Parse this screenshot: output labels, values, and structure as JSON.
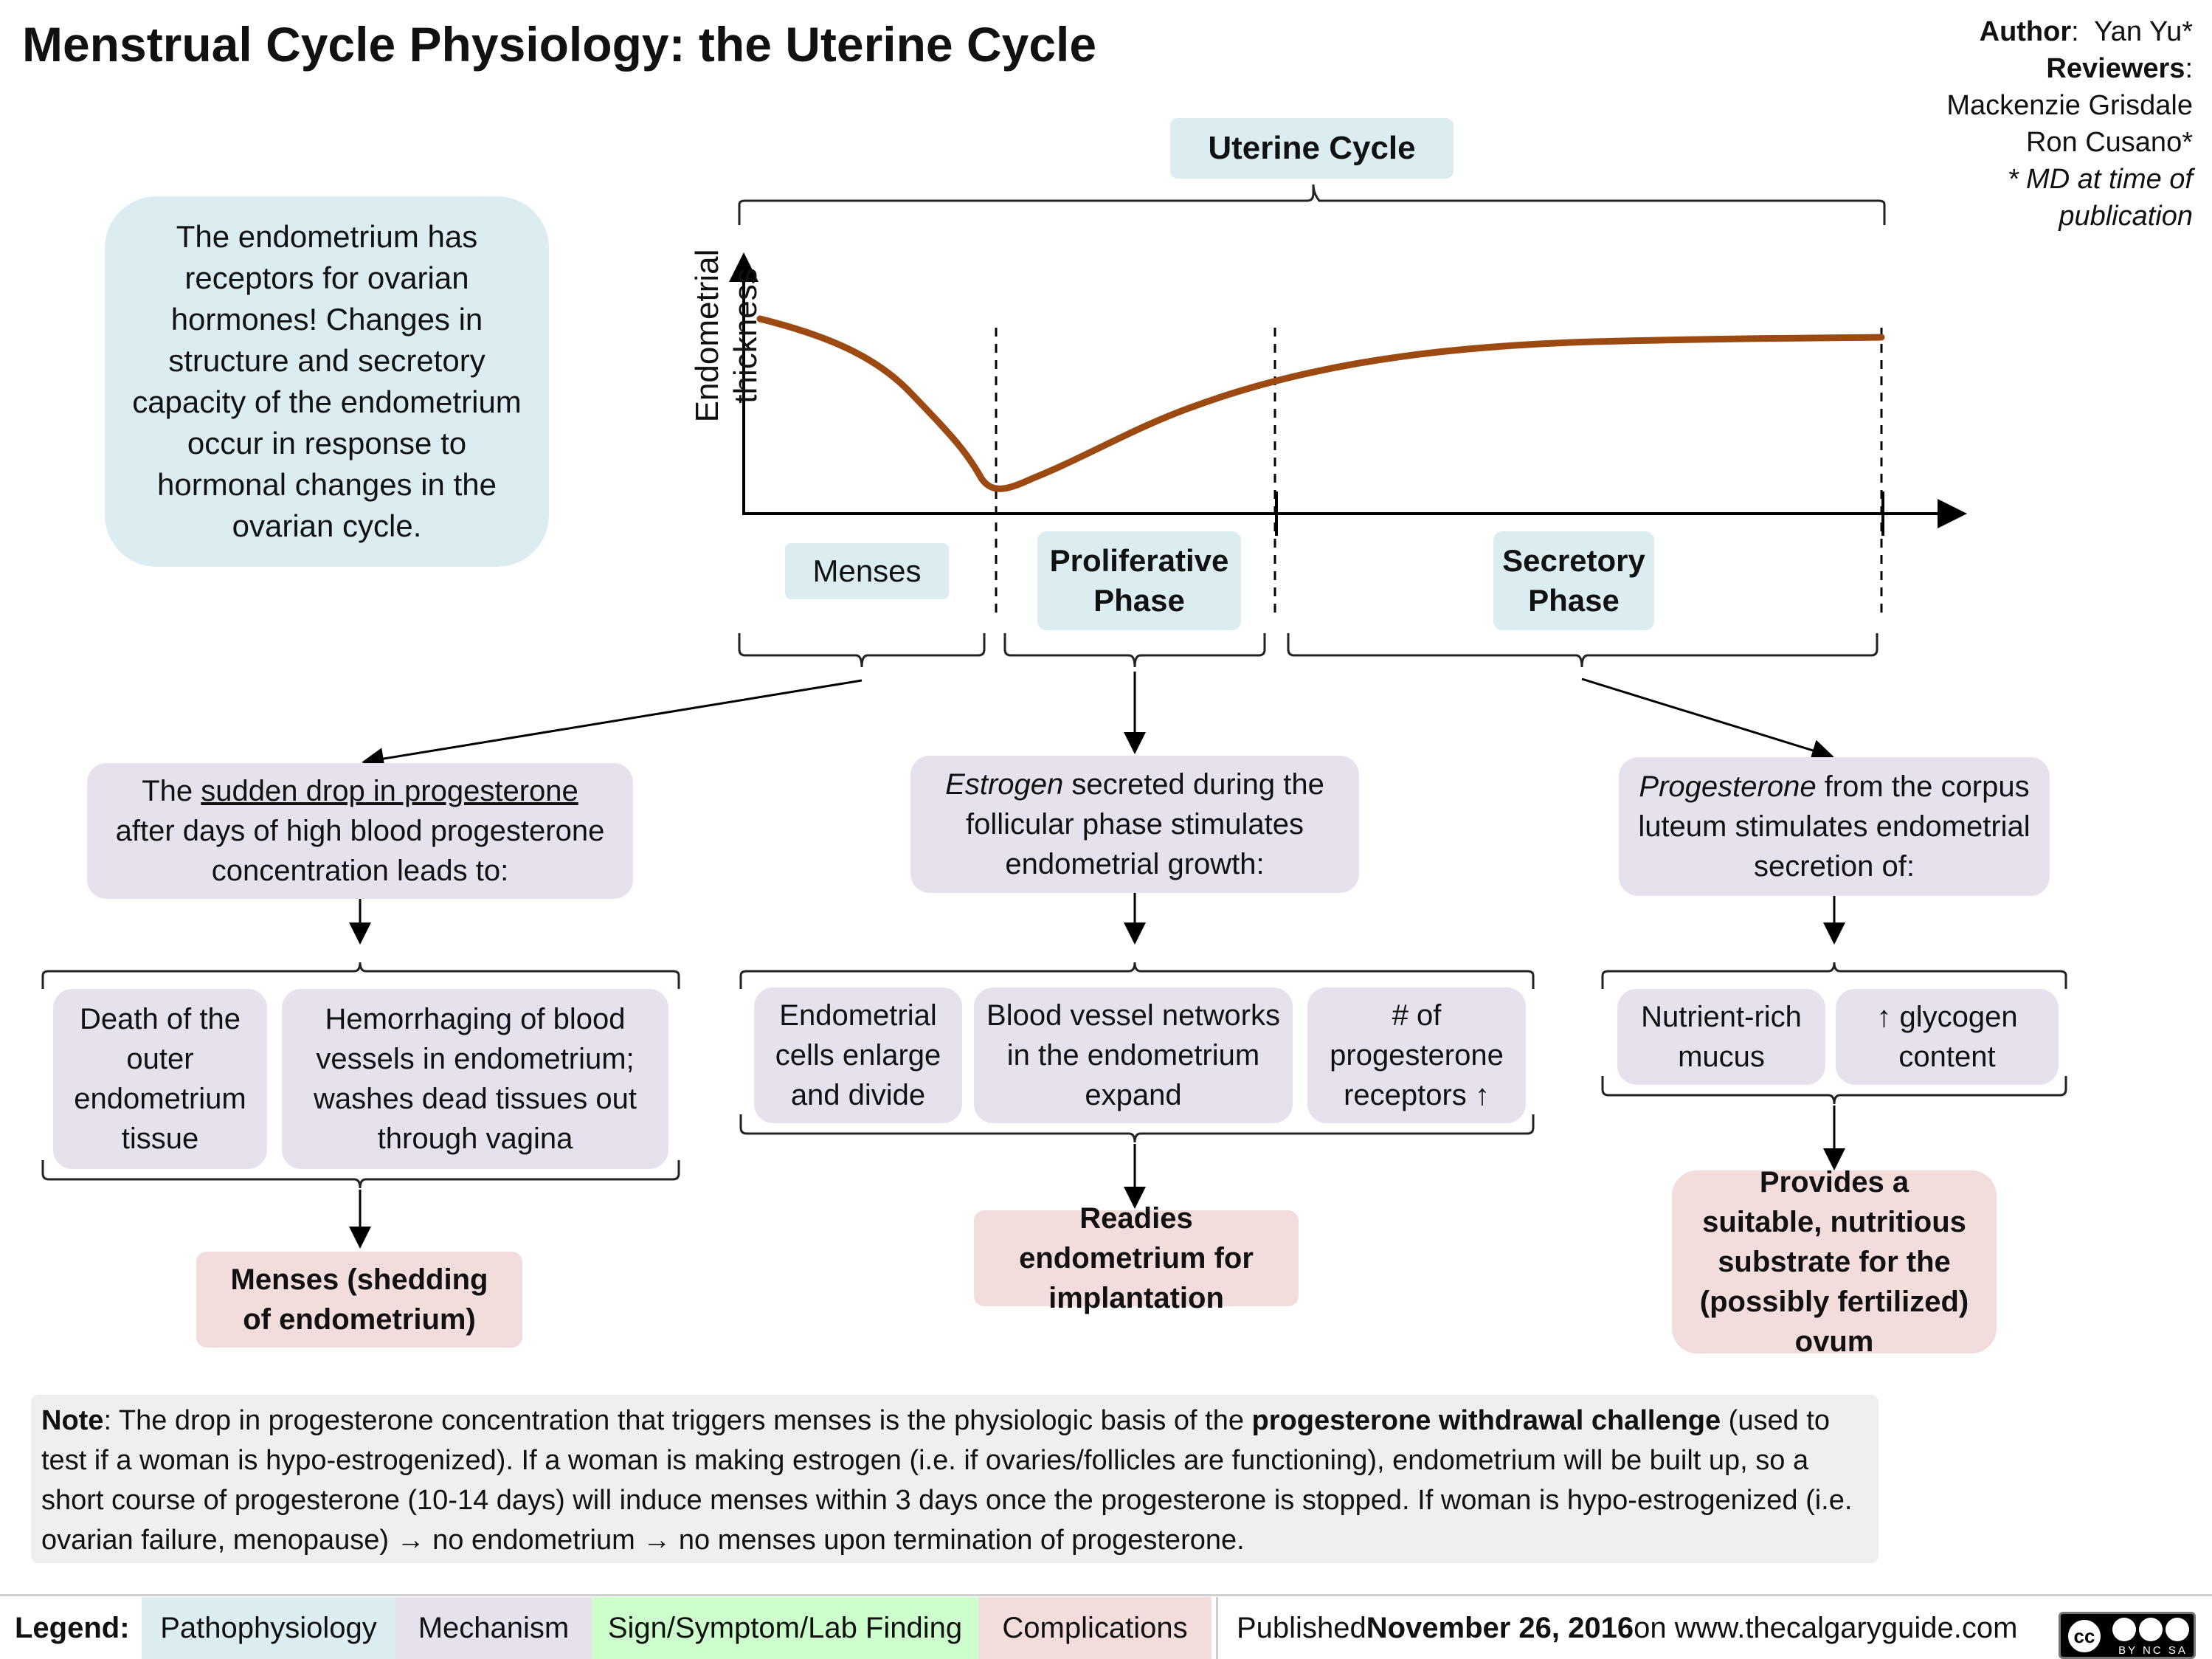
{
  "title": "Menstrual Cycle Physiology: the Uterine Cycle",
  "credits": {
    "author_label": "Author",
    "author_name": "Yan Yu*",
    "reviewers_label": "Reviewers",
    "reviewer_1": "Mackenzie Grisdale",
    "reviewer_2": "Ron Cusano*",
    "note_line_1": "* MD at time of",
    "note_line_2": "publication"
  },
  "intro_box": "The endometrium has receptors for ovarian hormones! Changes in structure and secretory capacity of the endometrium occur in response to hormonal changes in the ovarian cycle.",
  "graph": {
    "header": "Uterine Cycle",
    "y_axis_label": "Endometrial thickness",
    "phases": {
      "menses": "Menses",
      "proliferative": "Proliferative Phase",
      "secretory": "Secretory Phase"
    }
  },
  "menses_branch": {
    "cause_pre": "The ",
    "cause_underlined": "sudden drop in progesterone ",
    "cause_post": "after days of high blood progesterone concentration leads to:",
    "effect_1": "Death of the outer endometrium tissue",
    "effect_2": "Hemorrhaging of blood vessels in endometrium; washes dead tissues out through vagina",
    "outcome": "Menses (shedding of endometrium)"
  },
  "proliferative_branch": {
    "cause_italic": "Estrogen",
    "cause_rest": " secreted during the follicular phase stimulates endometrial growth:",
    "effect_1": "Endometrial cells enlarge and divide",
    "effect_2": "Blood vessel networks in the endometrium expand",
    "effect_3": "# of progesterone receptors ↑",
    "outcome": "Readies endometrium for implantation"
  },
  "secretory_branch": {
    "cause_italic": "Progesterone",
    "cause_rest": " from the corpus luteum stimulates endometrial secretion of:",
    "effect_1": "Nutrient-rich mucus",
    "effect_2": "↑ glycogen content",
    "outcome": "Provides a suitable, nutritious substrate for the (possibly fertilized) ovum"
  },
  "note": {
    "label": "Note",
    "text_1": ": The drop in progesterone concentration that triggers menses is the physiologic basis of the ",
    "bold_term": "progesterone withdrawal challenge",
    "text_2": " (used to test if a woman is hypo-estrogenized). If a woman is making estrogen (i.e. if ovaries/follicles are functioning), endometrium will be built up, so a short course of progesterone (10-14 days) will induce menses within 3 days once the progesterone is stopped. If woman is hypo-estrogenized (i.e. ovarian failure, menopause) → no endometrium → no menses upon termination of progesterone."
  },
  "legend": {
    "label": "Legend:",
    "items": [
      "Pathophysiology",
      "Mechanism",
      "Sign/Symptom/Lab Finding",
      "Complications"
    ],
    "colors": [
      "#dcedf2",
      "#e6e1ed",
      "#ccffcc",
      "#f2dcdc"
    ]
  },
  "published": {
    "prefix": "Published ",
    "date": "November 26, 2016",
    "suffix": " on www.thecalgaryguide.com"
  },
  "license_text": "BY NC SA",
  "colors": {
    "curve": "#9c4a12",
    "pathophysiology": "#dcedf2",
    "mechanism": "#e6e1ed",
    "complications": "#f2dcdc"
  }
}
